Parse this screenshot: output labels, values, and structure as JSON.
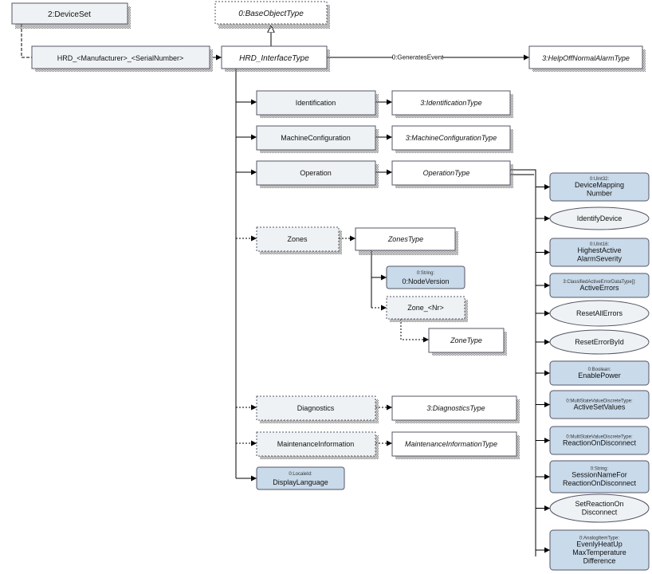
{
  "diagram": {
    "nodes": {
      "deviceset": "2:DeviceSet",
      "baseobject": "0:BaseObjectType",
      "hrd": "HRD_<Manufacturer>_<SerialNumber>",
      "iface": "HRD_InterfaceType",
      "alarm": "3:HelpOffNormalAlarmType",
      "ident": "Identification",
      "identType": "3:IdentificationType",
      "machconf": "MachineConfiguration",
      "machconfType": "3:MachineConfigurationType",
      "operation": "Operation",
      "operationType": "OperationType",
      "zones": "Zones",
      "zonesType": "ZonesType",
      "nodeVersionType": "0:String:",
      "nodeVersion": "0:NodeVersion",
      "zoneNr": "Zone_<Nr>",
      "zoneType": "ZoneType",
      "diag": "Diagnostics",
      "diagType": "3:DiagnosticsType",
      "maint": "MaintenanceInformation",
      "maintType": "MaintenanceInformationType",
      "displayLangType": "0:LocaleId:",
      "displayLang": "DisplayLanguage"
    },
    "edge_labels": {
      "generates": "0:GeneratesEvent"
    },
    "operation_members": [
      {
        "kind": "var",
        "type": "0:UInt32:",
        "lines": [
          "DeviceMapping",
          "Number"
        ]
      },
      {
        "kind": "method",
        "lines": [
          "IdentifyDevice"
        ]
      },
      {
        "kind": "var",
        "type": "0:UInt16:",
        "lines": [
          "HighestActive",
          "AlarmSeverity"
        ]
      },
      {
        "kind": "var",
        "type": "3:ClassifiedActiveErrorDataType[]:",
        "lines": [
          "ActiveErrors"
        ]
      },
      {
        "kind": "method",
        "lines": [
          "ResetAllErrors"
        ]
      },
      {
        "kind": "method",
        "lines": [
          "ResetErrorById"
        ]
      },
      {
        "kind": "var",
        "type": "0:Boolean:",
        "lines": [
          "EnablePower"
        ]
      },
      {
        "kind": "var",
        "type": "0:MultiStateValueDiscreteType:",
        "lines": [
          "ActiveSetValues"
        ]
      },
      {
        "kind": "var",
        "type": "0:MultiStateValueDiscreteType:",
        "lines": [
          "ReactionOnDisconnect"
        ]
      },
      {
        "kind": "var",
        "type": "0:String:",
        "lines": [
          "SessionNameFor",
          "ReactionOnDisconnect"
        ]
      },
      {
        "kind": "method",
        "lines": [
          "SetReactionOn",
          "Disconnect"
        ]
      },
      {
        "kind": "var",
        "type": "0:AnalogItemType:",
        "lines": [
          "EvenlyHeatUp",
          "MaxTemperature",
          "Difference"
        ]
      }
    ]
  }
}
